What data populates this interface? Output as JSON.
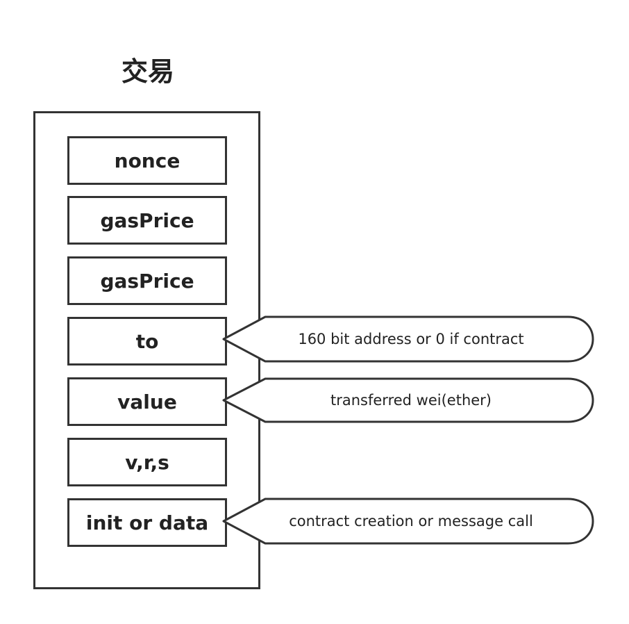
{
  "title": "交易",
  "fields": [
    {
      "label": "nonce"
    },
    {
      "label": "gasPrice"
    },
    {
      "label": "gasPrice"
    },
    {
      "label": "to"
    },
    {
      "label": "value"
    },
    {
      "label": "v,r,s"
    },
    {
      "label": "init or data"
    }
  ],
  "callouts": [
    {
      "field_index": 3,
      "text": "160 bit address or 0 if contract"
    },
    {
      "field_index": 4,
      "text": "transferred wei(ether)"
    },
    {
      "field_index": 6,
      "text": "contract creation or message call"
    }
  ],
  "colors": {
    "stroke": "#333333",
    "text": "#222222",
    "background": "#ffffff"
  }
}
